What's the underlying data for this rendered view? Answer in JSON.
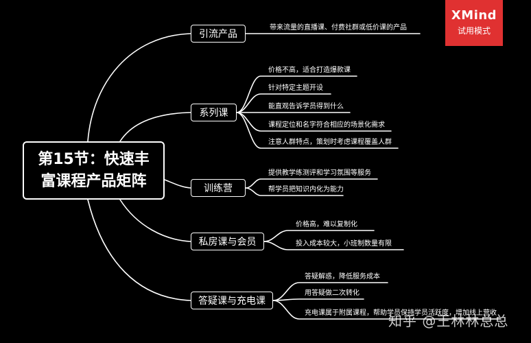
{
  "root": {
    "line1": "第15节：快速丰",
    "line2": "富课程产品矩阵"
  },
  "badge": {
    "brand": "XMind",
    "sub": "试用模式"
  },
  "watermark": "知乎 @王林林总总",
  "branches": [
    {
      "label": "引流产品",
      "leaves": [
        "带来流量的直播课、付费社群或低价课的产品"
      ]
    },
    {
      "label": "系列课",
      "leaves": [
        "价格不高，适合打造爆款课",
        "针对特定主题开设",
        "能直观告诉学员得到什么",
        "课程定位和名字符合相应的场景化需求",
        "注意人群特点，策划时考虑课程覆盖人群"
      ]
    },
    {
      "label": "训练营",
      "leaves": [
        "提供教学练测评和学习氛围等服务",
        "帮学员把知识内化为能力"
      ]
    },
    {
      "label": "私房课与会员",
      "leaves": [
        "价格高，难以复制化",
        "投入成本较大，小班制数量有限"
      ]
    },
    {
      "label": "答疑课与充电课",
      "leaves": [
        "答疑解惑，降低服务成本",
        "用答疑做二次转化",
        "充电课属于附属课程，帮助学员保持学员活跃度，增加线上营收"
      ]
    }
  ]
}
